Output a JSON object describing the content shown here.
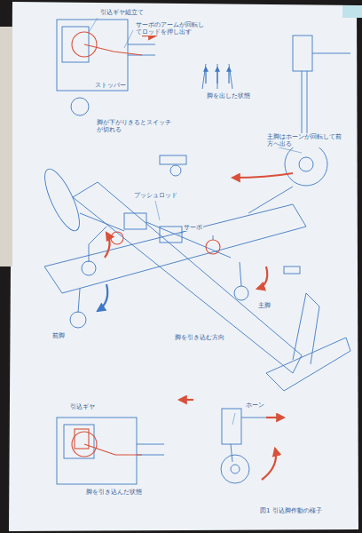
{
  "diagram": {
    "caption": "図1 引込脚作動の様子",
    "labels": [
      "引込ギヤ組立て",
      "サーボのアームが回転してロッドを押し出す",
      "脚を出した状態",
      "ストッパー",
      "脚が下がりきるとスイッチが切れる",
      "主脚はホーンが回転して前方へ出る",
      "プッシュロッド",
      "サーボ",
      "前脚",
      "主脚",
      "脚を引き込む方向",
      "引込ギヤ",
      "脚を引き込んだ状態",
      "ホーン"
    ]
  }
}
